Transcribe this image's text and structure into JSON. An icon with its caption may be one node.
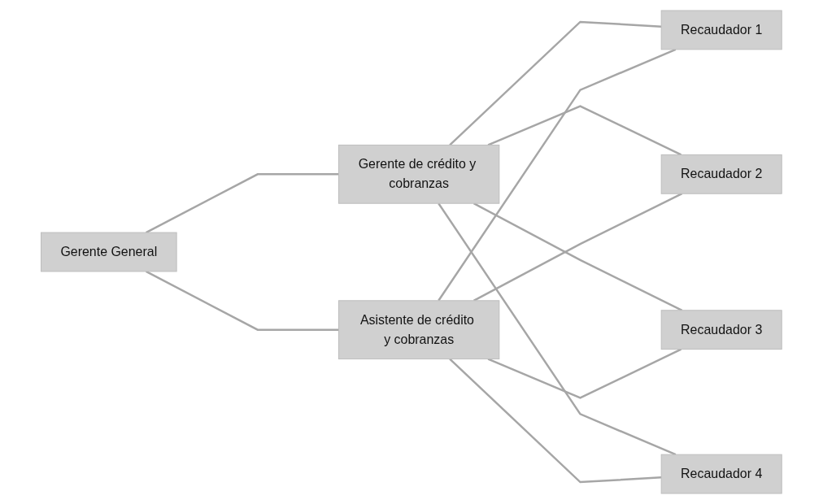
{
  "diagram": {
    "nodes": [
      {
        "text": [
          "Gerente General"
        ]
      },
      {
        "text": [
          "Gerente de crédito y cobranzas"
        ]
      },
      {
        "text": [
          "Asistente de crédito y cobranzas"
        ]
      },
      {
        "text": [
          "Recaudador 1"
        ]
      },
      {
        "text": [
          "Recaudador 2"
        ]
      },
      {
        "text": [
          "Recaudador 3"
        ]
      },
      {
        "text": [
          "Recaudador 4"
        ]
      }
    ],
    "edges": [
      {
        "from": 0,
        "to": 1,
        "arrow": "none"
      },
      {
        "from": 0,
        "to": 2,
        "arrow": "none"
      },
      {
        "from": 1,
        "to": 3,
        "arrow": "none"
      },
      {
        "from": 1,
        "to": 4,
        "arrow": "none"
      },
      {
        "from": 1,
        "to": 5,
        "arrow": "none"
      },
      {
        "from": 1,
        "to": 6,
        "arrow": "none"
      },
      {
        "from": 2,
        "to": 3,
        "arrow": "none"
      },
      {
        "from": 2,
        "to": 4,
        "arrow": "none"
      },
      {
        "from": 2,
        "to": 5,
        "arrow": "none"
      },
      {
        "from": 2,
        "to": 6,
        "arrow": "none"
      }
    ]
  }
}
